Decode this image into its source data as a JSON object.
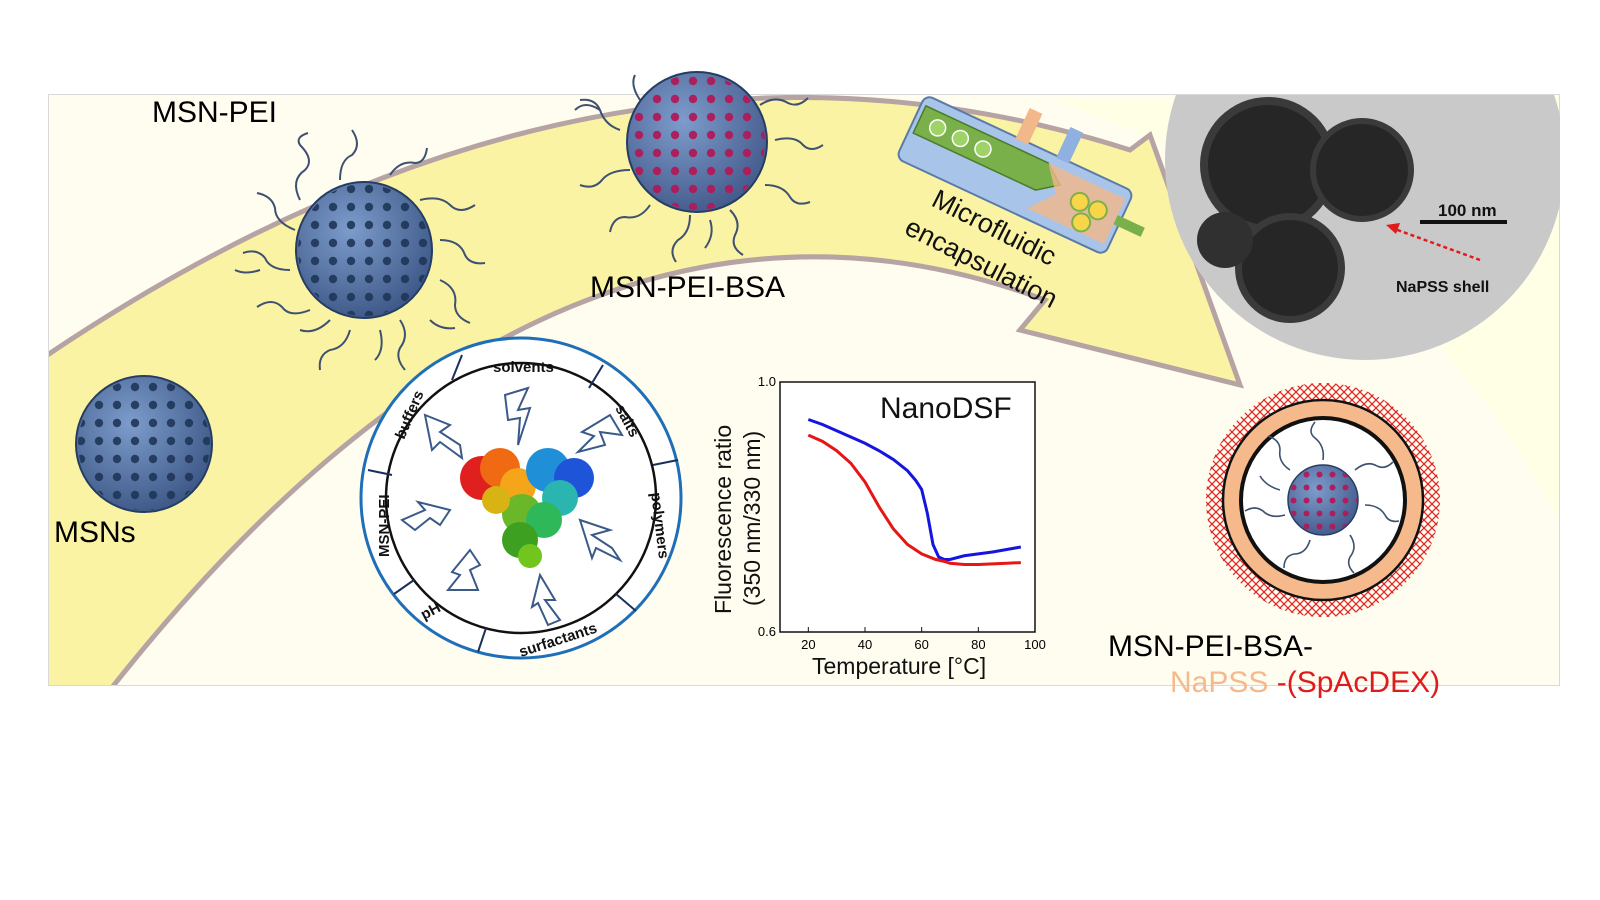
{
  "labels": {
    "msns": "MSNs",
    "msn_pei": "MSN-PEI",
    "msn_pei_bsa": "MSN-PEI-BSA",
    "microfluidic": "Microfluidic",
    "encapsulation": "encapsulation",
    "final_line1": "MSN-PEI-BSA-",
    "final_napss": "NaPSS",
    "final_spacdex": "-(SpAcDEX)"
  },
  "tem": {
    "scale_bar": "100 nm",
    "shell_label": "NaPSS shell"
  },
  "stress_wheel": {
    "segments": [
      "solvents",
      "salts",
      "polymers",
      "surfactants",
      "pH",
      "MSN-PEI",
      "buffers"
    ]
  },
  "chart_data": {
    "type": "line",
    "title": "NanoDSF",
    "xlabel": "Temperature [°C]",
    "ylabel": "Fluorescence ratio (350 nm/330 nm)",
    "ylabel_line1": "Fluorescence ratio",
    "ylabel_line2": "(350 nm/330 nm)",
    "xlim": [
      10,
      100
    ],
    "ylim": [
      0.6,
      1.0
    ],
    "x_ticks": [
      "20",
      "40",
      "60",
      "80",
      "100"
    ],
    "y_ticks": [
      "0.6",
      "1.0"
    ],
    "series": [
      {
        "color": "#1515e0",
        "x": [
          20,
          25,
          30,
          35,
          40,
          45,
          50,
          55,
          58,
          60,
          62,
          64,
          66,
          68,
          70,
          75,
          80,
          85,
          90,
          95
        ],
        "y": [
          0.94,
          0.932,
          0.922,
          0.912,
          0.902,
          0.89,
          0.876,
          0.858,
          0.842,
          0.828,
          0.79,
          0.74,
          0.72,
          0.716,
          0.716,
          0.722,
          0.725,
          0.728,
          0.732,
          0.736
        ]
      },
      {
        "color": "#e81515",
        "x": [
          20,
          25,
          30,
          35,
          40,
          45,
          50,
          55,
          60,
          65,
          68,
          70,
          75,
          80,
          85,
          90,
          95
        ],
        "y": [
          0.915,
          0.905,
          0.89,
          0.87,
          0.84,
          0.8,
          0.765,
          0.74,
          0.725,
          0.716,
          0.713,
          0.71,
          0.708,
          0.708,
          0.709,
          0.71,
          0.711
        ]
      }
    ]
  }
}
